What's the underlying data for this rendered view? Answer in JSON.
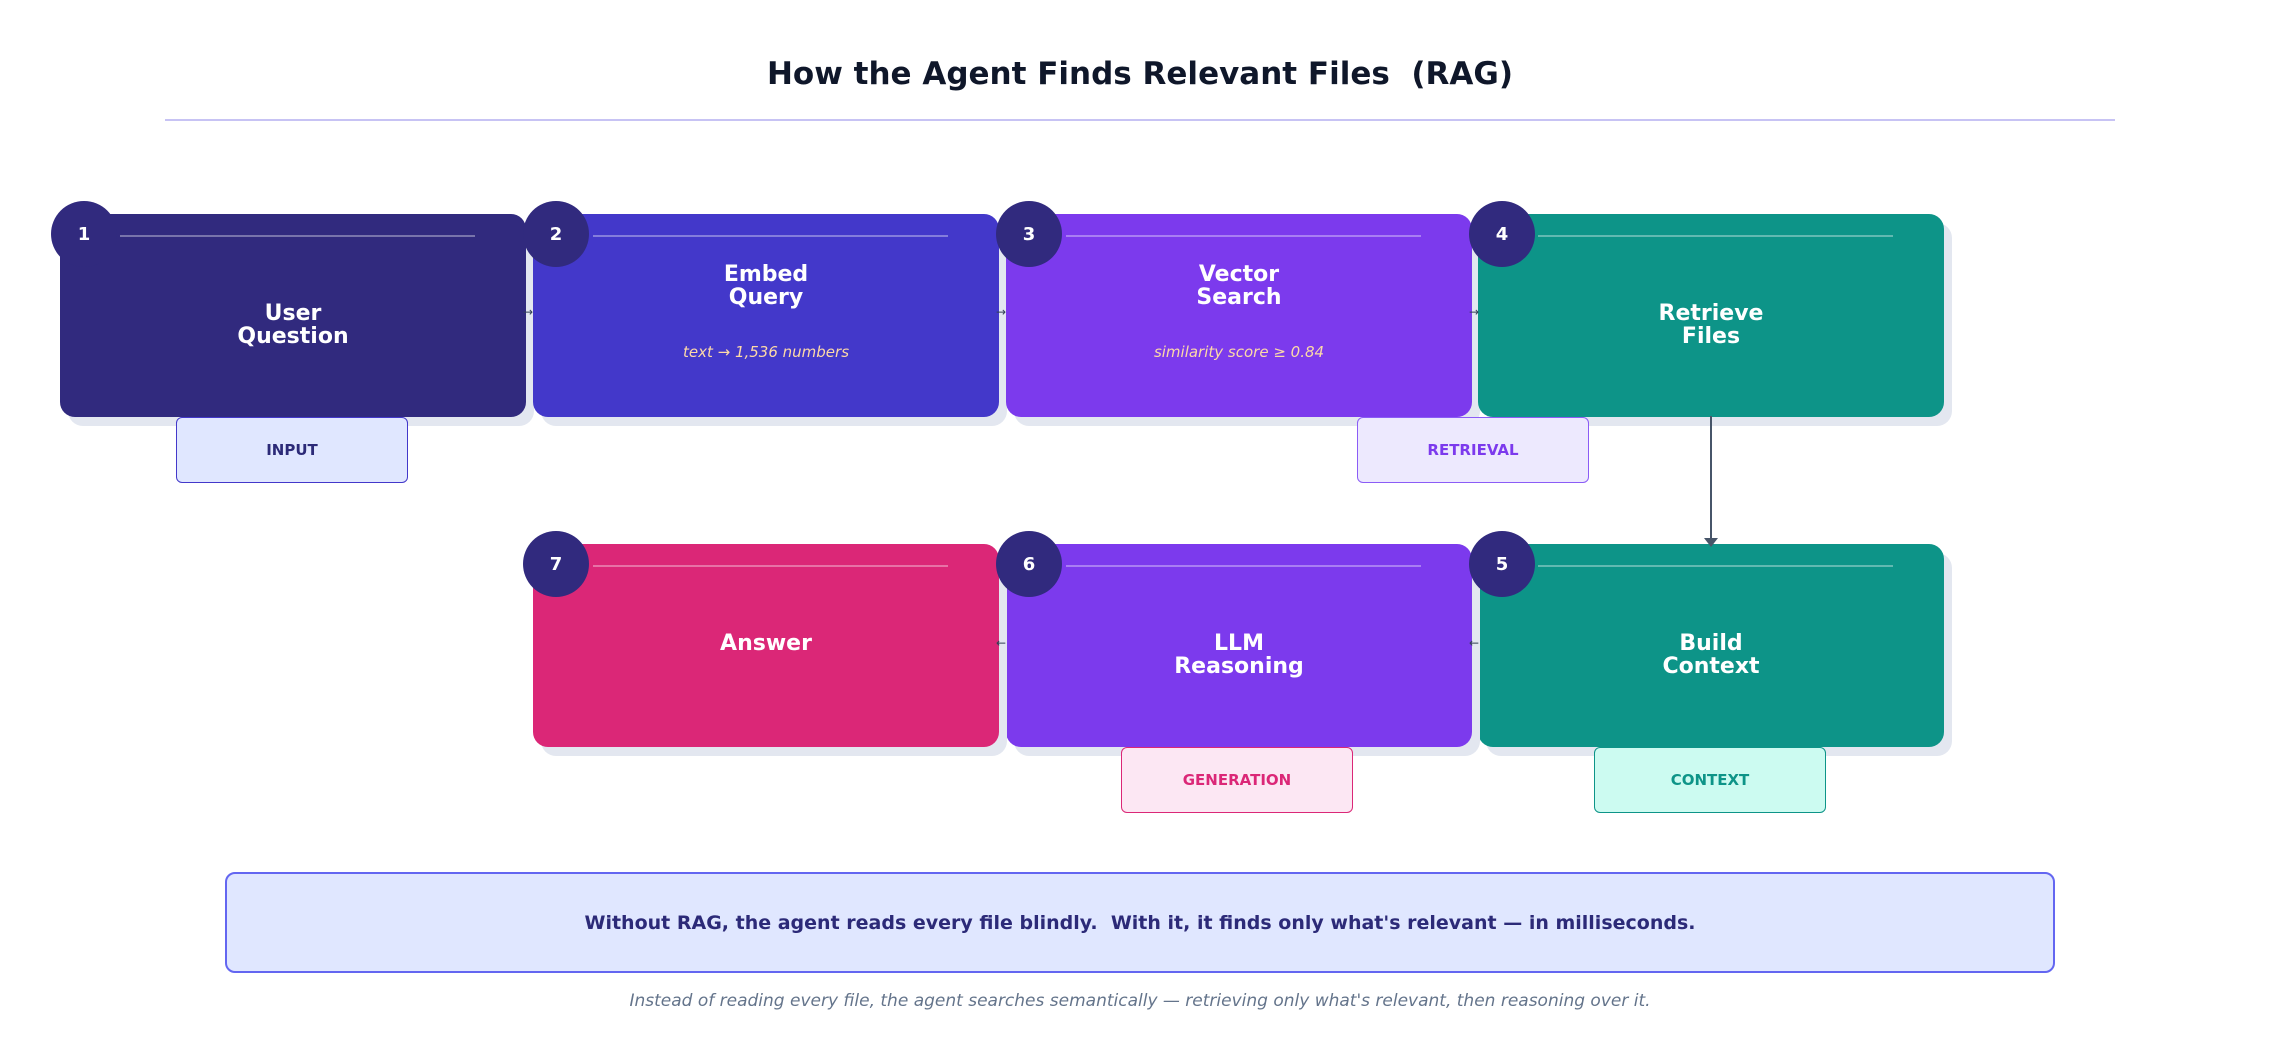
{
  "title": "How the Agent Finds Relevant Files  (RAG)",
  "steps": [
    {
      "number": "1",
      "title": "User\nQuestion",
      "subtitle": "",
      "color": "#312a7e"
    },
    {
      "number": "2",
      "title": "Embed\nQuery",
      "subtitle": "text → 1,536 numbers",
      "color": "#4338ca"
    },
    {
      "number": "3",
      "title": "Vector\nSearch",
      "subtitle": "similarity score ≥ 0.84",
      "color": "#7c3aed"
    },
    {
      "number": "4",
      "title": "Retrieve\nFiles",
      "subtitle": "",
      "color": "#0d9488"
    },
    {
      "number": "5",
      "title": "Build\nContext",
      "subtitle": "",
      "color": "#0d9488"
    },
    {
      "number": "6",
      "title": "LLM\nReasoning",
      "subtitle": "",
      "color": "#7c3aed"
    },
    {
      "number": "7",
      "title": "Answer",
      "subtitle": "",
      "color": "#db2777"
    }
  ],
  "tags": [
    {
      "label": "INPUT",
      "text_color": "#2c2a78",
      "bg": "#e0e7ff",
      "border": "#4338ca"
    },
    {
      "label": "RETRIEVAL",
      "text_color": "#7c3aed",
      "bg": "#ede9fe",
      "border": "#8b5cf6"
    },
    {
      "label": "GENERATION",
      "text_color": "#db2777",
      "bg": "#fce7f3",
      "border": "#db2777"
    },
    {
      "label": "CONTEXT",
      "text_color": "#0d9488",
      "bg": "#ccfbf1",
      "border": "#0d9488"
    }
  ],
  "callout": "Without RAG, the agent reads every file blindly.  With it, it finds only what's relevant — in milliseconds.",
  "footer": "Instead of reading every file, the agent searches semantically — retrieving only what's relevant, then reasoning over it."
}
